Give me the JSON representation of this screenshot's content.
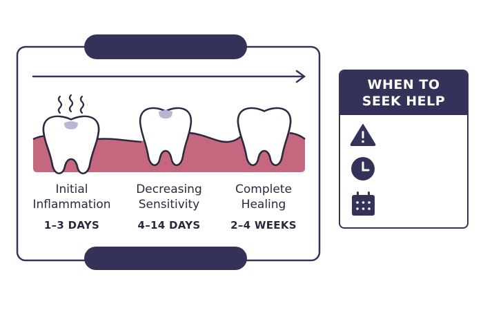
{
  "colors": {
    "navy": "#35325a",
    "gum": "#c5677e",
    "filling": "#b9b6d2"
  },
  "stages": [
    {
      "title_line1": "Initial",
      "title_line2": "Inflammation",
      "duration": "1–3 DAYS"
    },
    {
      "title_line1": "Decreasing",
      "title_line2": "Sensitivity",
      "duration": "4–14 DAYS"
    },
    {
      "title_line1": "Complete",
      "title_line2": "Healing",
      "duration": "2–4 WEEKS"
    }
  ],
  "help_panel": {
    "title_line1": "WHEN TO",
    "title_line2": "SEEK HELP",
    "icons": [
      "warning-icon",
      "clock-icon",
      "calendar-icon"
    ]
  }
}
